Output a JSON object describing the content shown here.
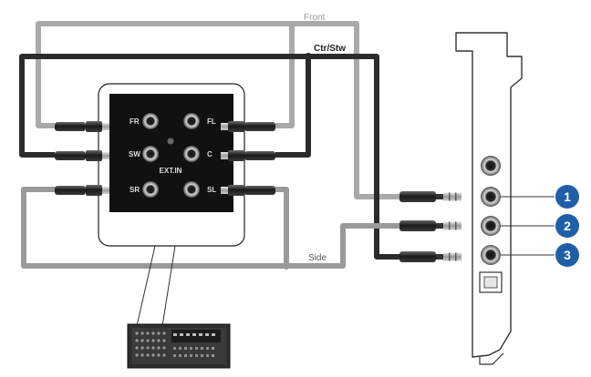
{
  "cable_labels": {
    "front": "Front",
    "ctr_stw": "Ctr/Stw",
    "side": "Side"
  },
  "panel": {
    "title": "EXT.IN",
    "jacks": {
      "fr": "FR",
      "fl": "FL",
      "sw": "SW",
      "c": "C",
      "sr": "SR",
      "sl": "SL"
    }
  },
  "port_badges": [
    "1",
    "2",
    "3"
  ],
  "colors": {
    "front_cable": "#a9a9a9",
    "ctr_cable": "#2b2b2b",
    "side_cable": "#9a9a9a",
    "badge": "#1f5fa8",
    "panel": "#111111"
  },
  "icons": {
    "card": "sound-card-bracket-icon",
    "receiver": "av-receiver-icon",
    "plug": "rca-plug-icon",
    "jack": "3.5mm-plug-icon",
    "optical": "optical-port-icon"
  }
}
